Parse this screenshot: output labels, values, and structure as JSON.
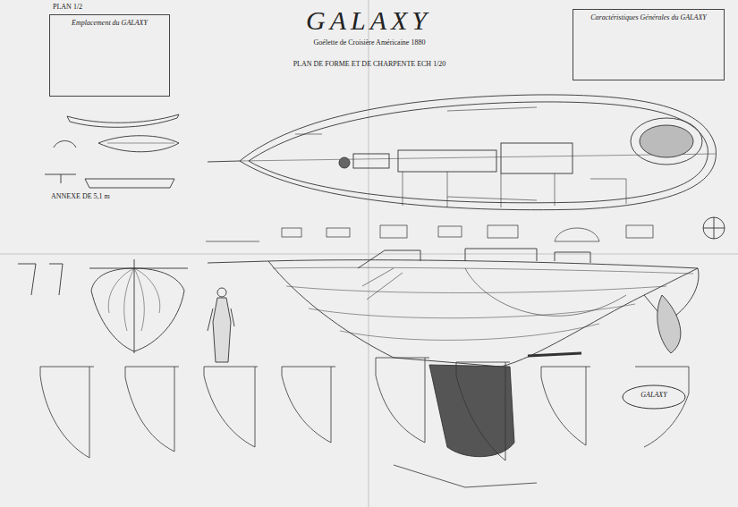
{
  "diagram": {
    "title": "GALAXY",
    "nodes": [
      {
        "text": [
          "Emplacement du GALAXY"
        ]
      },
      {
        "text": [
          "Caractéristiques Générales du GALAXY"
        ]
      },
      {
        "text": [
          "GALAXY"
        ]
      }
    ],
    "labels": [
      "PLAN 1/2",
      "Goélette de Croisière Américaine 1880",
      "PLAN DE FORME ET DE CHARPENTE ECH 1/20",
      "ANNEXE DE 5,1 m"
    ]
  }
}
